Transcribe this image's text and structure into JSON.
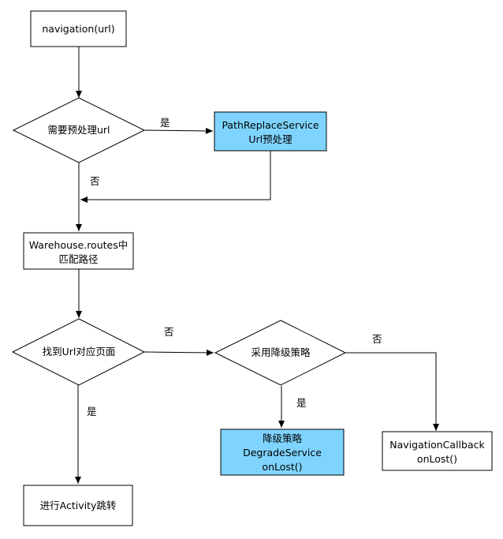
{
  "colors": {
    "highlight_fill": "#7fd4ff",
    "node_fill": "#ffffff",
    "stroke": "#000000"
  },
  "nodes": {
    "navigation": {
      "text": "navigation(url)"
    },
    "preprocess_check": {
      "text": "需要预处理url"
    },
    "path_replace": {
      "line1": "PathReplaceService",
      "line2": "Url预处理"
    },
    "warehouse": {
      "line1": "Warehouse.routes中",
      "line2": "匹配路径"
    },
    "find_page_check": {
      "text": "找到Url对应页面"
    },
    "degrade_check": {
      "text": "采用降级策略"
    },
    "degrade_service": {
      "line1": "降级策略",
      "line2": "DegradeService",
      "line3": "onLost()"
    },
    "nav_callback": {
      "line1": "NavigationCallback",
      "line2": "onLost()"
    },
    "activity_jump": {
      "text": "进行Activity跳转"
    }
  },
  "edges": {
    "preprocess_yes": "是",
    "preprocess_no": "否",
    "find_no": "否",
    "find_yes": "是",
    "degrade_no": "否",
    "degrade_yes": "是"
  }
}
